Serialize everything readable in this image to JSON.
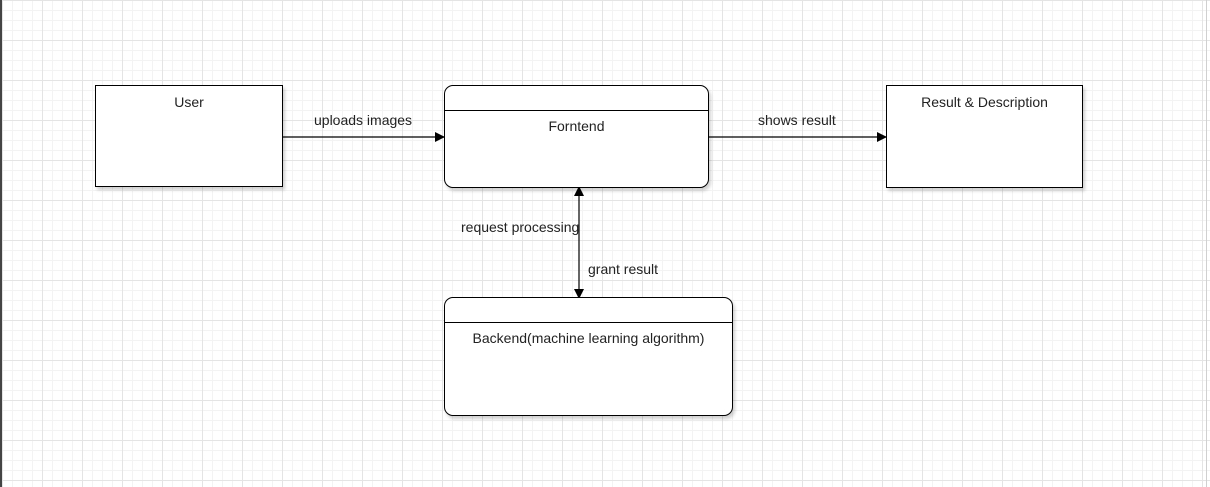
{
  "diagram": {
    "nodes": {
      "user": {
        "label": "User"
      },
      "frontend": {
        "label": "Forntend"
      },
      "result": {
        "label": "Result & Description"
      },
      "backend": {
        "label": "Backend(machine learning algorithm)"
      }
    },
    "edges": {
      "uploads": {
        "label": "uploads images"
      },
      "shows": {
        "label": "shows result"
      },
      "request": {
        "label": "request processing"
      },
      "grant": {
        "label": "grant result"
      }
    }
  }
}
